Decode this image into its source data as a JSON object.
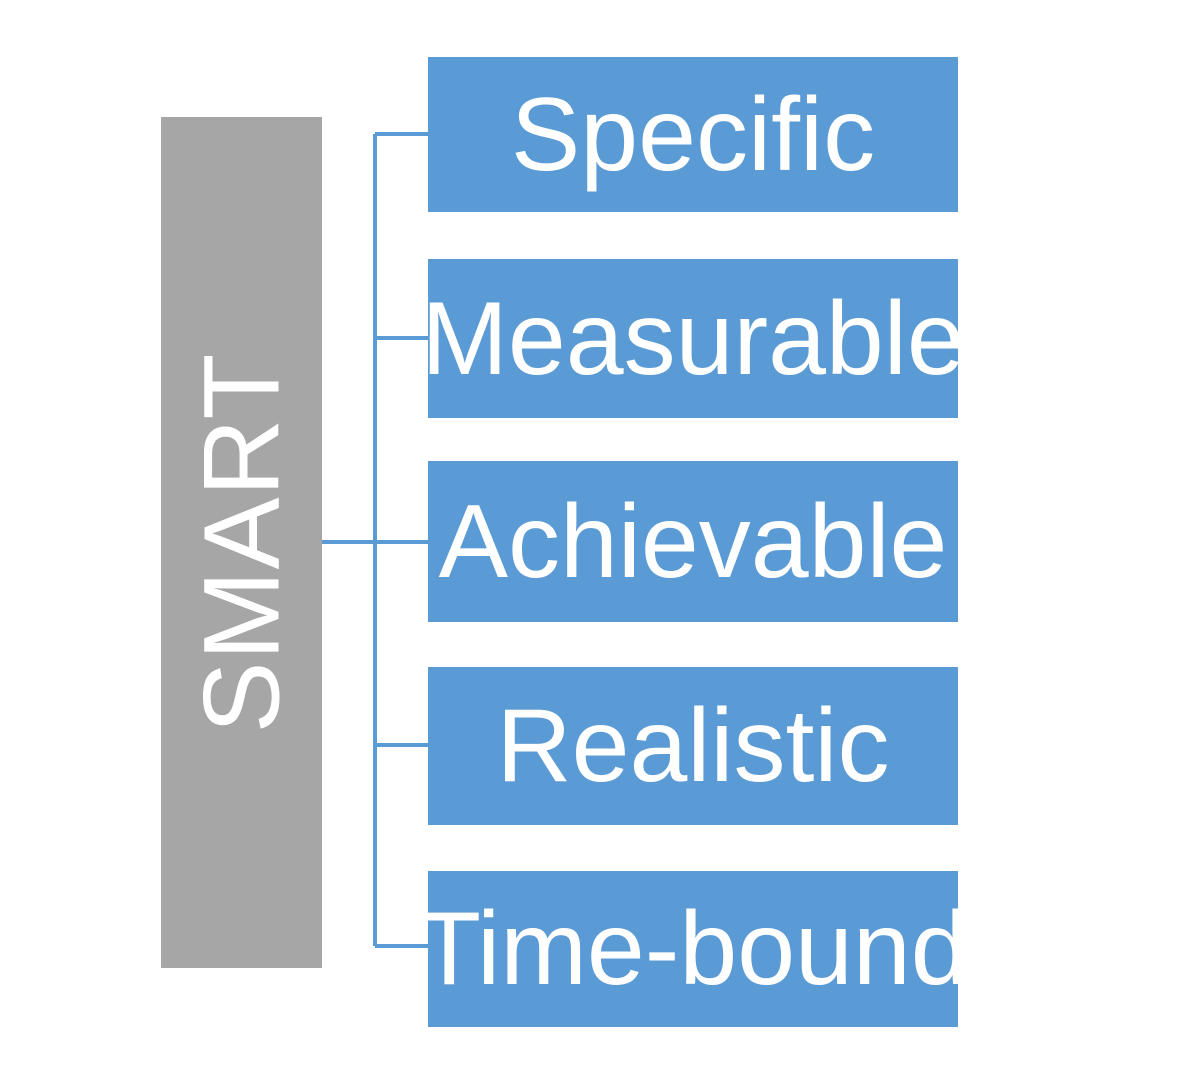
{
  "diagram": {
    "type": "horizontal-bracket-list",
    "title": "SMART",
    "stem": {
      "label": "SMART",
      "color": "#A6A6A6",
      "text_color": "#FFFFFF",
      "orientation": "vertical-bottom-to-top"
    },
    "connector": {
      "color": "#5B9BD5",
      "style": "bracket"
    },
    "items": [
      {
        "label": "Specific",
        "color": "#5B9BD5",
        "text_color": "#FFFFFF"
      },
      {
        "label": "Measurable",
        "color": "#5B9BD5",
        "text_color": "#FFFFFF"
      },
      {
        "label": "Achievable",
        "color": "#5B9BD5",
        "text_color": "#FFFFFF"
      },
      {
        "label": "Realistic",
        "color": "#5B9BD5",
        "text_color": "#FFFFFF"
      },
      {
        "label": "Time-bound",
        "color": "#5B9BD5",
        "text_color": "#FFFFFF"
      }
    ],
    "background": "#FFFFFF"
  }
}
